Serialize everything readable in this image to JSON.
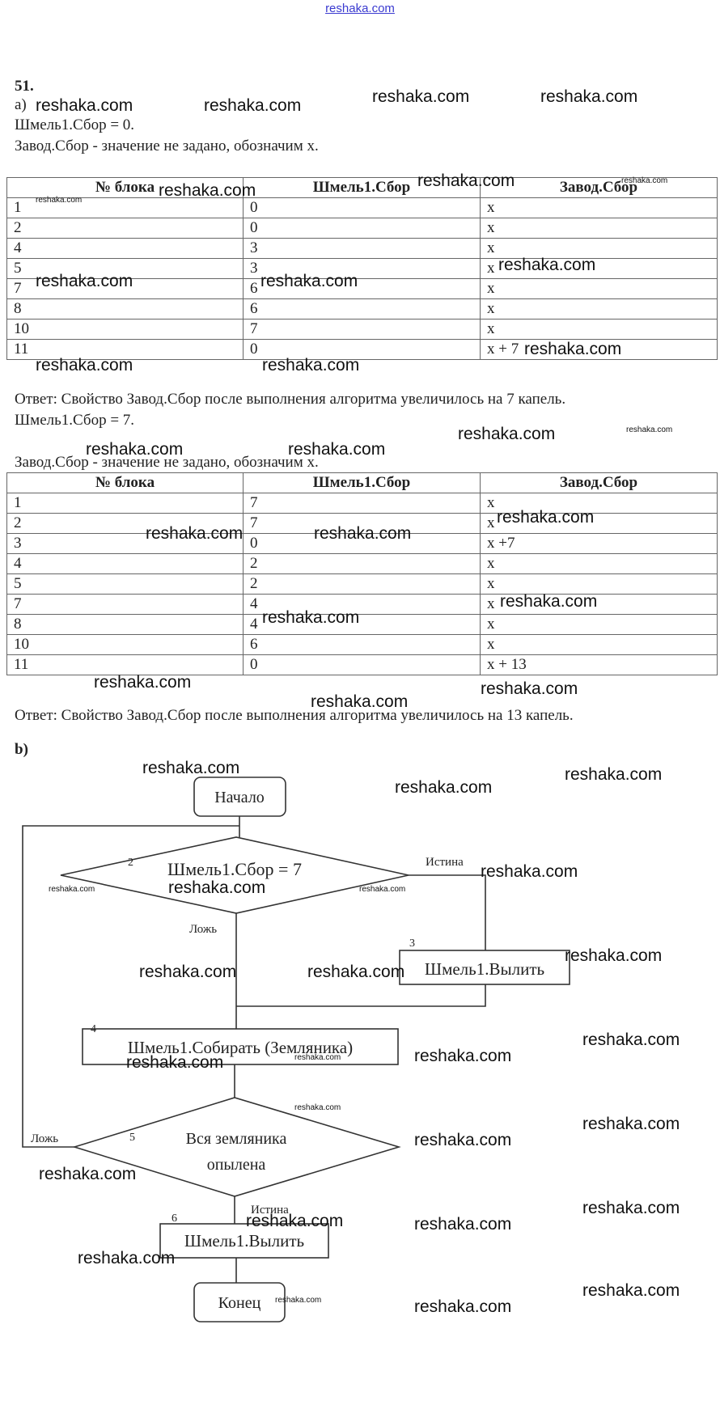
{
  "site_link": "reshaka.com",
  "problem_number": "51.",
  "part_a": {
    "label": "а)",
    "run1": {
      "init_line": "Шмель1.Сбор = 0.",
      "note": "Завод.Сбор - значение не задано, обозначим х.",
      "headers": [
        "№ блока",
        "Шмель1.Сбор",
        "Завод.Сбор"
      ],
      "rows": [
        [
          "1",
          "0",
          "x"
        ],
        [
          "2",
          "0",
          "x"
        ],
        [
          "4",
          "3",
          "x"
        ],
        [
          "5",
          "3",
          "x"
        ],
        [
          "7",
          "6",
          "x"
        ],
        [
          "8",
          "6",
          "x"
        ],
        [
          "10",
          "7",
          "x"
        ],
        [
          "11",
          "0",
          "x + 7"
        ]
      ],
      "answer": "Ответ: Свойство Завод.Сбор после выполнения алгоритма увеличилось на 7 капель."
    },
    "run2": {
      "init_line": "Шмель1.Сбор = 7.",
      "note": "Завод.Сбор - значение не задано, обозначим х.",
      "headers": [
        "№ блока",
        "Шмель1.Сбор",
        "Завод.Сбор"
      ],
      "rows": [
        [
          "1",
          "7",
          "x"
        ],
        [
          "2",
          "7",
          "x"
        ],
        [
          "3",
          "0",
          "x +7"
        ],
        [
          "4",
          "2",
          "x"
        ],
        [
          "5",
          "2",
          "x"
        ],
        [
          "7",
          "4",
          "x"
        ],
        [
          "8",
          "4",
          "x"
        ],
        [
          "10",
          "6",
          "x"
        ],
        [
          "11",
          "0",
          "x + 13"
        ]
      ],
      "answer": "Ответ: Свойство Завод.Сбор после выполнения алгоритма увеличилось на 13 капель."
    }
  },
  "part_b": {
    "label": "b)",
    "flowchart": {
      "start": "Начало",
      "cond1_num": "2",
      "cond1": "Шмель1.Сбор = 7",
      "true_label": "Истина",
      "false_label": "Ложь",
      "block3_num": "3",
      "block3": "Шмель1.Вылить",
      "block4_num": "4",
      "block4": "Шмель1.Собирать (Земляника)",
      "cond5_num": "5",
      "cond5_line1": "Вся земляника",
      "cond5_line2": "опылена",
      "block6_num": "6",
      "block6": "Шмель1.Вылить",
      "end": "Конец"
    }
  },
  "watermark": "reshaka.com"
}
